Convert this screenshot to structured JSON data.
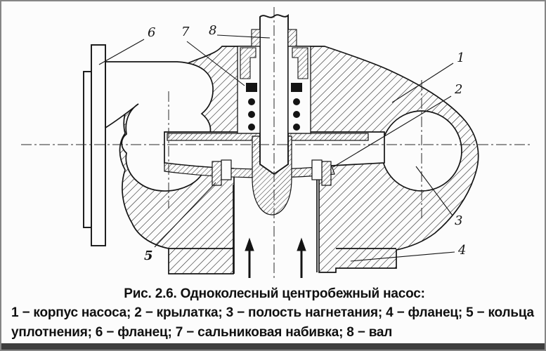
{
  "figure": {
    "caption_title": "Рис. 2.6. Одноколесный центробежный насос:",
    "legend_lines": [
      "1 − корпус насоса; 2 − крылатка; 3 − полость нагнетания; 4 − фланец; 5 − кольца",
      "уплотнения; 6 − фланец; 7 − сальниковая набивка; 8 − вал"
    ],
    "callouts": [
      {
        "label": "1",
        "part": "корпус насоса"
      },
      {
        "label": "2",
        "part": "крылатка"
      },
      {
        "label": "3",
        "part": "полость нагнетания"
      },
      {
        "label": "4",
        "part": "фланец"
      },
      {
        "label": "5",
        "part": "кольца уплотнения"
      },
      {
        "label": "6",
        "part": "фланец"
      },
      {
        "label": "7",
        "part": "сальниковая набивка"
      },
      {
        "label": "8",
        "part": "вал"
      }
    ]
  },
  "colors": {
    "ink": "#141414",
    "paper": "#fcfcfc",
    "frame": "#858585",
    "bottom_bar": "#3e3e3e"
  }
}
